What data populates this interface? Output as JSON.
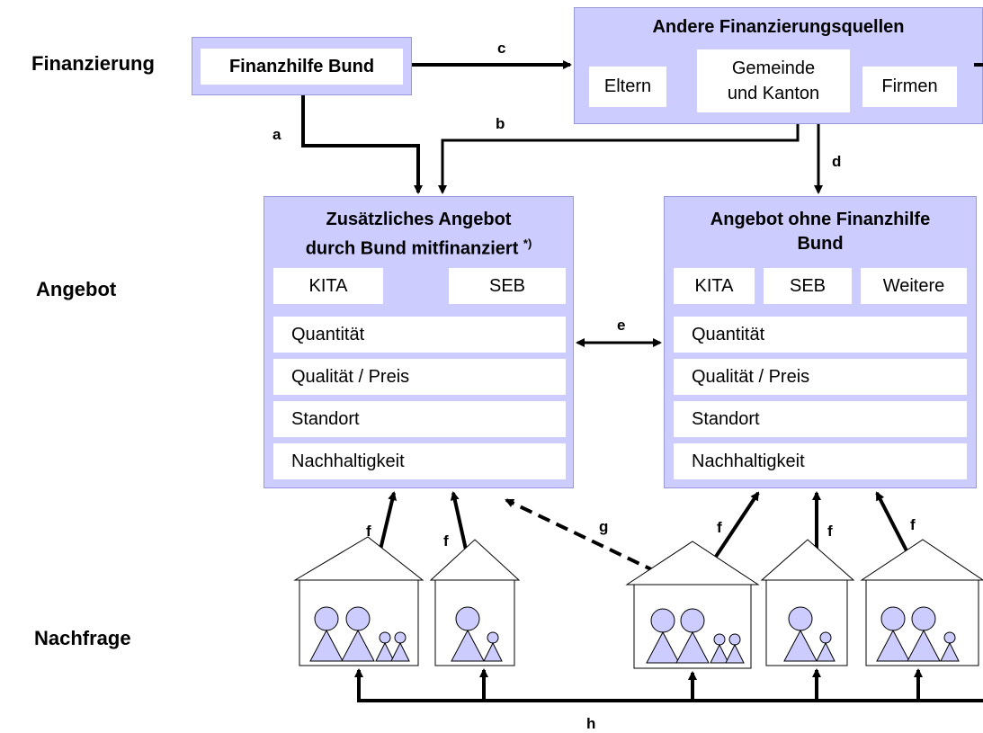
{
  "rows": {
    "finanzierung": "Finanzierung",
    "angebot": "Angebot",
    "nachfrage": "Nachfrage"
  },
  "finanzhilfe_bund": "Finanzhilfe Bund",
  "andere": {
    "title": "Andere Finanzierungsquellen",
    "eltern": "Eltern",
    "gemeinde_line1": "Gemeinde",
    "gemeinde_line2": "und Kanton",
    "firmen": "Firmen"
  },
  "zusaetzlich": {
    "title_line1": "Zusätzliches Angebot",
    "title_line2": "durch Bund mitfinanziert",
    "footnote": "*)",
    "types": [
      "KITA",
      "SEB"
    ],
    "attributes": [
      "Quantität",
      "Qualität / Preis",
      "Standort",
      "Nachhaltigkeit"
    ]
  },
  "ohne": {
    "title_line1": "Angebot ohne Finanzhilfe",
    "title_line2": "Bund",
    "types": [
      "KITA",
      "SEB",
      "Weitere"
    ],
    "attributes": [
      "Quantität",
      "Qualität / Preis",
      "Standort",
      "Nachhaltigkeit"
    ]
  },
  "arrow_labels": {
    "a": "a",
    "b": "b",
    "c": "c",
    "d": "d",
    "e": "e",
    "f": "f",
    "g": "g",
    "h": "h"
  },
  "colors": {
    "panel": "#ccccff",
    "person_fill": "#ccccff",
    "arrow": "#000000"
  }
}
